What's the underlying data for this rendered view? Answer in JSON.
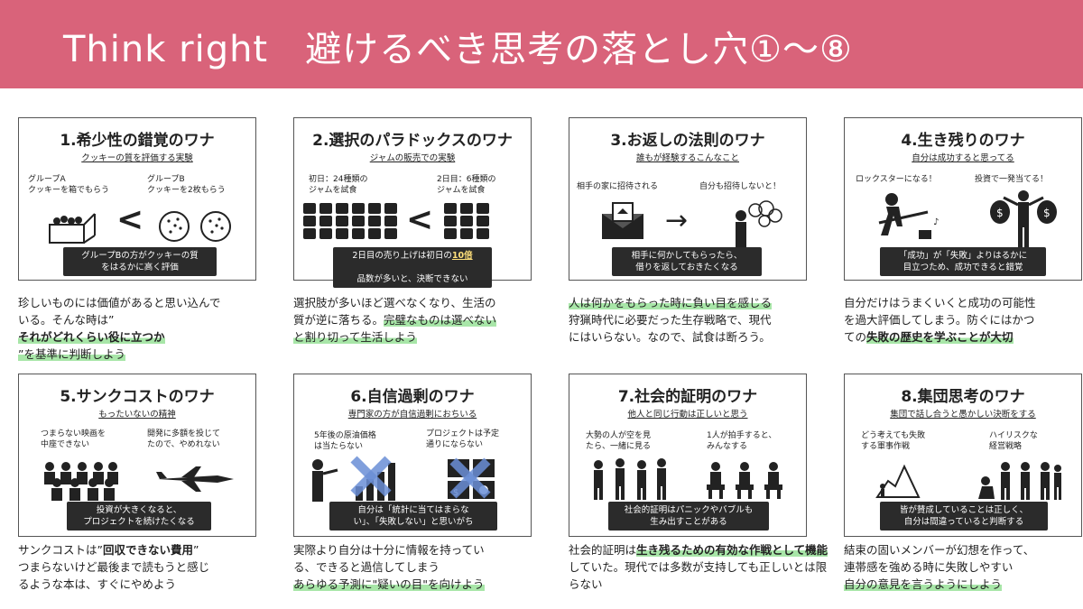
{
  "header": {
    "title": "Think right　避けるべき思考の落とし穴①〜⑧",
    "bg_color": "#d9637a"
  },
  "cards": [
    {
      "title": "1.希少性の錯覚のワナ",
      "subtitle": "クッキーの質を評価する実験",
      "labels": [
        "グループA\nクッキーを箱でもらう",
        "グループB\nクッキーを2枚もらう"
      ],
      "icons": [
        "cookie-box-icon",
        "less-than-icon",
        "cookie-icon",
        "cookie-icon"
      ],
      "caption": [
        "グループBの方がクッキーの質",
        "をはるかに高く評価"
      ],
      "body": [
        {
          "t": "珍しいものには価値があると思い込んで"
        },
        {
          "t": "いる。そんな時は”"
        },
        {
          "t": "それがどれくらい役",
          "style": "mark b"
        },
        {
          "t": "に立つか",
          "style": "mark b"
        },
        {
          "t": "”を基準に判断しよう",
          "style": "mark"
        }
      ]
    },
    {
      "title": "2.選択のパラドックスのワナ",
      "subtitle": "ジャムの販売での実験",
      "labels": [
        "初日：24種類の\nジャムを試食",
        "2日目：6種類の\nジャムを試食"
      ],
      "icons": [
        "jam-jars-icon",
        "less-than-icon",
        "jam-jars-icon"
      ],
      "caption_parts": [
        "2日目の売り上げは初日の",
        "10倍",
        "\n品数が多いと、決断できない"
      ],
      "body": [
        {
          "t": "選択肢が多いほど選べなくなり、生活の"
        },
        {
          "t": "質が逆に落ちる。"
        },
        {
          "t": "完璧なものは選べない",
          "style": "mark"
        },
        {
          "t": "と割り切って生活しよう",
          "style": "mark"
        }
      ]
    },
    {
      "title": "3.お返しの法則のワナ",
      "subtitle": "誰もが経験するこんなこと",
      "labels": [
        "相手の家に招待される",
        "自分も招待しないと！"
      ],
      "icons": [
        "invitation-envelope-icon",
        "arrow-right-icon",
        "thinking-person-icon"
      ],
      "caption": [
        "相手に何かしてもらったら、",
        "借りを返しておきたくなる"
      ],
      "body": [
        {
          "t": "人は何かをもらった時に負い目を感じる",
          "style": "mark"
        },
        {
          "t": "狩猟時代に必要だった生存戦略で、現代"
        },
        {
          "t": "にはいらない。なので、試食は断ろう。"
        }
      ]
    },
    {
      "title": "4.生き残りのワナ",
      "subtitle": "自分は成功すると思ってる",
      "labels": [
        "ロックスターになる！",
        "投資で一発当てる！"
      ],
      "icons": [
        "guitarist-icon",
        "money-bags-person-icon"
      ],
      "caption": [
        "「成功」が「失敗」よりはるかに",
        "目立つため、成功できると錯覚"
      ],
      "body": [
        {
          "t": "自分だけはうまくいくと成功の可能性"
        },
        {
          "t": "を過大評価してしまう。防ぐにはかつ"
        },
        {
          "t": "ての"
        },
        {
          "t": "失敗の歴史を学ぶことが大切",
          "style": "mark b"
        }
      ]
    },
    {
      "title": "5.サンクコストのワナ",
      "subtitle": "もったいないの精神",
      "labels": [
        "つまらない映画を\n中座できない",
        "開発に多額を投じて\nたので、やめれない"
      ],
      "icons": [
        "sleeping-audience-icon",
        "concorde-plane-icon"
      ],
      "caption": [
        "投資が大きくなると、",
        "プロジェクトを続けたくなる"
      ],
      "body": [
        {
          "t": "サンクコストは”"
        },
        {
          "t": "回収できない費用",
          "style": "b"
        },
        {
          "t": "”"
        },
        {
          "t": "つまらないけど最後まで読もうと感じ"
        },
        {
          "t": "るような本は、すぐにやめよう"
        }
      ]
    },
    {
      "title": "6.自信過剰のワナ",
      "subtitle": "専門家の方が自信過剰におちいる",
      "labels": [
        "5年後の原油価格\nは当たらない",
        "プロジェクトは予定\n通りにならない"
      ],
      "icons": [
        "presenter-chart-icon",
        "cross-mark-icon",
        "puzzle-gears-icon",
        "cross-mark-icon"
      ],
      "caption": [
        "自分は「統計に当てはまらな",
        "い」、「失敗しない」と思いがち"
      ],
      "body": [
        {
          "t": "実際より自分は十分に情報を持ってい"
        },
        {
          "t": "る、できると過信してしまう"
        },
        {
          "t": "あらゆる予測に\"疑いの目\"を向けよう",
          "style": "mark"
        }
      ]
    },
    {
      "title": "7.社会的証明のワナ",
      "subtitle": "他人と同じ行動は正しいと思う",
      "labels": [
        "大勢の人が空を見\nたら、一緒に見る",
        "1人が拍手すると、\nみんなする"
      ],
      "icons": [
        "people-looking-up-icon",
        "clapping-audience-icon"
      ],
      "caption": [
        "社会的証明はパニックやバブルも",
        "生み出すことがある"
      ],
      "body": [
        {
          "t": "社会的証明は"
        },
        {
          "t": "生き残るための有効な作",
          "style": "mark b"
        },
        {
          "t": "戦として機能",
          "style": "mark b"
        },
        {
          "t": "していた。現代では多数"
        },
        {
          "t": "が支持しても正しいとは限らない"
        }
      ]
    },
    {
      "title": "8.集団思考のワナ",
      "subtitle": "集団で話し合うと愚かしい決断をする",
      "labels": [
        "どう考えても失敗\nする軍事作戦",
        "ハイリスクな\n経営戦略"
      ],
      "icons": [
        "mountain-climber-icon",
        "stressed-businessmen-icon"
      ],
      "caption": [
        "皆が賛成していることは正しく、",
        "自分は間違っていると判断する"
      ],
      "body": [
        {
          "t": "結束の固いメンバーが幻想を作って、"
        },
        {
          "t": "連帯感を強める時に失敗しやすい"
        },
        {
          "t": "自分の意見を言うようにしよう",
          "style": "mark"
        }
      ]
    }
  ]
}
